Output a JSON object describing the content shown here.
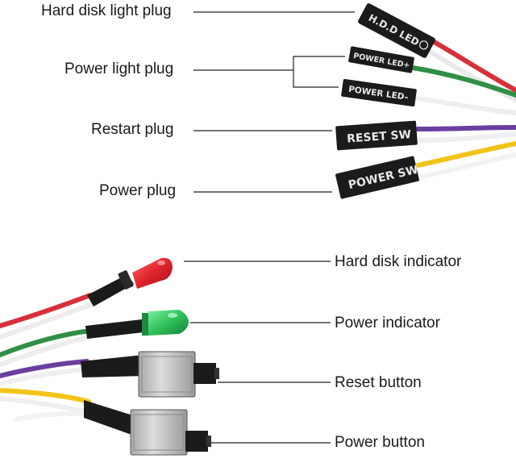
{
  "labels": {
    "hdd_plug": "Hard disk light plug",
    "power_light_plug": "Power light plug",
    "restart_plug": "Restart plug",
    "power_plug": "Power plug",
    "hdd_indicator": "Hard disk indicator",
    "power_indicator": "Power indicator",
    "reset_button": "Reset button",
    "power_button": "Power button"
  },
  "connectors": {
    "hdd": "H.D.D LED",
    "power_led_pos": "POWER LED+",
    "power_led_neg": "POWER LED–",
    "reset": "RESET SW",
    "power": "POWER SW"
  },
  "colors": {
    "red_wire": "#d8303a",
    "green_wire": "#2f8f45",
    "purple_wire": "#6a3fa0",
    "yellow_wire": "#f0c419",
    "white_wire": "#f4f4f4",
    "connector": "#1b1b1b",
    "led_red": "#e0242c",
    "led_green": "#2fbf5a",
    "switch_body": "#cfcfcf"
  }
}
